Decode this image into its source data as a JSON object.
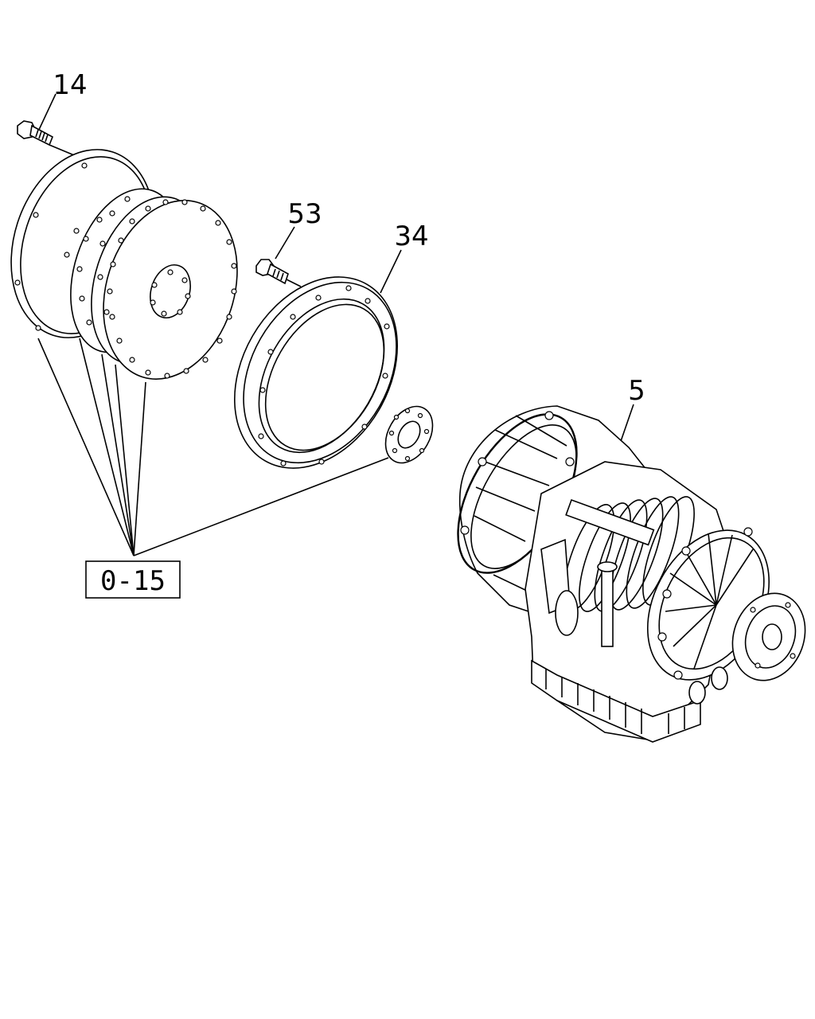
{
  "callouts": {
    "bolt_14": "14",
    "bolt_53": "53",
    "ring_34": "34",
    "transmission_5": "5"
  },
  "reference_box": "0-15"
}
